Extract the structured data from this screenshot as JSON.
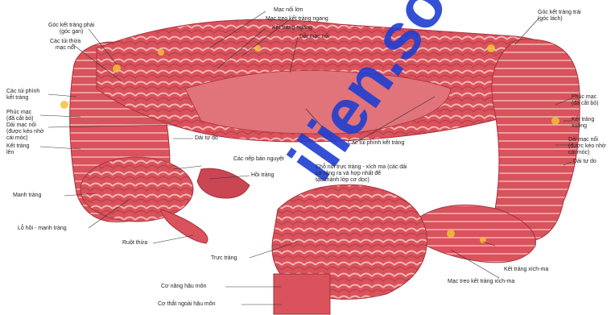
{
  "labels": {
    "mac_noi_len": "Mạc nối lớn",
    "mac_treo_ktn": "Mạc treo kết tràng ngang",
    "ket_trang_ngang": "Kết tràng ngang",
    "dai_mac_noi": "Dải mạc nối",
    "goc_phai": "Góc kết tràng phải\n(góc gan)",
    "cac_tui_thua": "Các túi thừa\nmạc nối",
    "goc_trai": "Góc kết tràng trái\n(góc lách)",
    "cac_tui_phinh_left": "Các túi phình\nkết tràng",
    "phuc_mac_left": "Phúc mạc\n(đã cắt bỏ)",
    "dai_mac_noi_left": "Dải mạc nối\n(được kéo nhờ\ncái móc)",
    "ket_trang_len": "Kết tràng\nlên",
    "dai_tu_do_left": "Dải tự do",
    "cac_tui_phinh_center": "Các túi phình kết tràng",
    "cac_nep_ban_nguyet": "Các nếp bán nguyệt",
    "hoi_trang": "Hồi tràng",
    "manh_trang": "Manh tràng",
    "cho_noi": "Chỗ nối trực tràng - xích ma (các dải\ncơ rộng ra và hợp nhất để\ntạo thành lớp cơ dọc)",
    "le_hoi_manh": "Lỗ hồi - manh tràng",
    "ruot_thua": "Ruột thừa",
    "phuc_mac_right": "Phúc mạc\n(đã cắt bỏ)",
    "ket_trang_xuong": "Kết tràng\nxuống",
    "dai_mac_noi_right": "Dải mạc nối\n(được kéo nhờ\ncái móc)",
    "dai_tu_do_right": "Dải tự do",
    "truc_trang": "Trực tràng",
    "ket_trang_xich_ma": "Kết tràng xích-ma",
    "mac_treo_xich_ma": "Mạc treo kết tràng xích-ma",
    "co_nang": "Cơ nâng hậu môn",
    "co_that": "Cơ thắt ngoài hậu môn"
  },
  "colors": {
    "colon_fill": "#d9525c",
    "colon_fold": "#f2b7b4",
    "colon_dark": "#a8323c",
    "fat": "#f1c232",
    "watermark": "#1f3fd1"
  },
  "watermark": {
    "text": "ilien.so.net"
  }
}
